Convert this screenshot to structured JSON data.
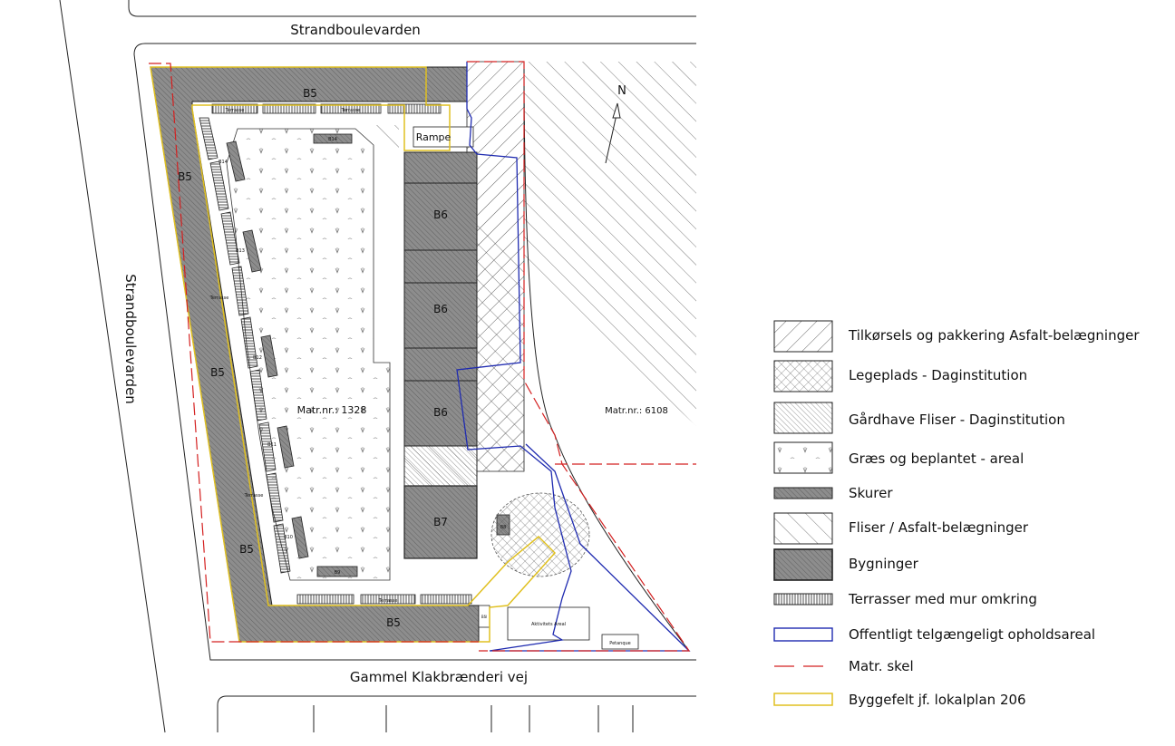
{
  "streets": {
    "north": "Strandboulevarden",
    "west": "Strandboulevarden",
    "south": "Gammel Klakbrænderi vej"
  },
  "plots": {
    "main": "Matr.nr.: 1328",
    "east": "Matr.nr.: 6108"
  },
  "compass": {
    "north": "N"
  },
  "buildings": {
    "b5": "B5",
    "b6": "B6",
    "b7": "B7",
    "b8": "B8",
    "b9": "B9",
    "b10": "B10",
    "b11": "B11",
    "b12": "B12",
    "b13": "B13",
    "b14": "B14"
  },
  "labels": {
    "rampe": "Rampe",
    "terrasse": "Terrasse",
    "aktivitets": "Aktivitets Areal",
    "petanque": "Petanque",
    "smallbox": "Bål"
  },
  "legend": [
    {
      "pattern": "hatch-drive",
      "label": "Tilkørsels og pakkering Asfalt-belægninger"
    },
    {
      "pattern": "crosshatch",
      "label": "Legeplads - Daginstitution"
    },
    {
      "pattern": "hatch-dense",
      "label": "Gårdhave Fliser - Daginstitution"
    },
    {
      "pattern": "grass",
      "label": "Græs og beplantet - areal"
    },
    {
      "pattern": "shed",
      "label": "Skurer"
    },
    {
      "pattern": "hatch-sparse",
      "label": "Fliser / Asfalt-belægninger"
    },
    {
      "pattern": "building",
      "label": "Bygninger"
    },
    {
      "pattern": "terrace",
      "label": "Terrasser med mur omkring"
    },
    {
      "pattern": "public-area",
      "label": "Offentligt telgængeligt opholdsareal"
    },
    {
      "pattern": "plot-line",
      "label": "Matr. skel"
    },
    {
      "pattern": "build-field",
      "label": "Byggefelt jf. lokalplan 206"
    }
  ],
  "colors": {
    "public_area": "#1f2bb0",
    "plot_line": "#d42020",
    "build_field": "#e0c020",
    "line": "#222222"
  }
}
